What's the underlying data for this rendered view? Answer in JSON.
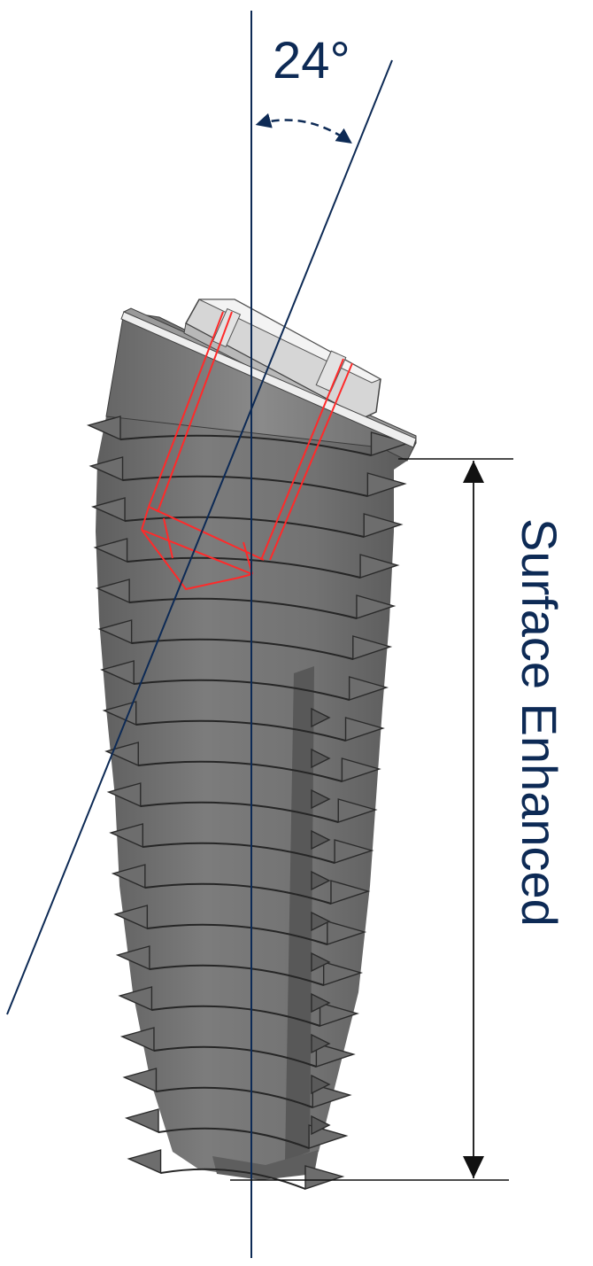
{
  "diagram": {
    "angle_label": "24°",
    "dimension_label": "Surface Enhanced",
    "tilt_angle_degrees": 24,
    "colors": {
      "axis_line": "#0d2a55",
      "text": "#0d2a55",
      "implant_body": "#767676",
      "implant_shadow": "#4f4f4f",
      "thread_edge": "#2b2b2b",
      "channel_outline": "#ff2a2a",
      "abutment_top": "#ececec",
      "dimension_arrow": "#111111"
    }
  }
}
